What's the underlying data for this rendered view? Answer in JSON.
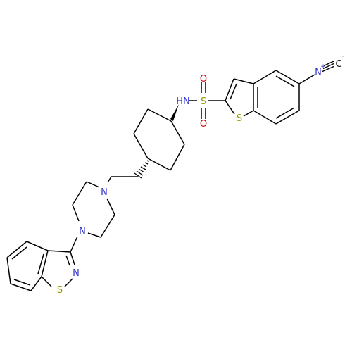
{
  "molecule": {
    "atom_labels": {
      "nh": "HN",
      "s_sulfonyl": "S",
      "o_top": "O",
      "o_bottom": "O",
      "s_thiophene": "S",
      "n_isocyanide": "N",
      "c_isocyanide": "C",
      "n_piperazine_top": "N",
      "n_piperazine_bottom": "N",
      "n_isothiazole": "N",
      "s_isothiazole": "S"
    },
    "charges": {
      "n_isocyanide": "+",
      "c_isocyanide": "-"
    },
    "colors": {
      "bond": "#000000",
      "nitrogen": "#3333cc",
      "oxygen": "#cc0000",
      "sulfur": "#999900",
      "carbon": "#000000"
    }
  }
}
